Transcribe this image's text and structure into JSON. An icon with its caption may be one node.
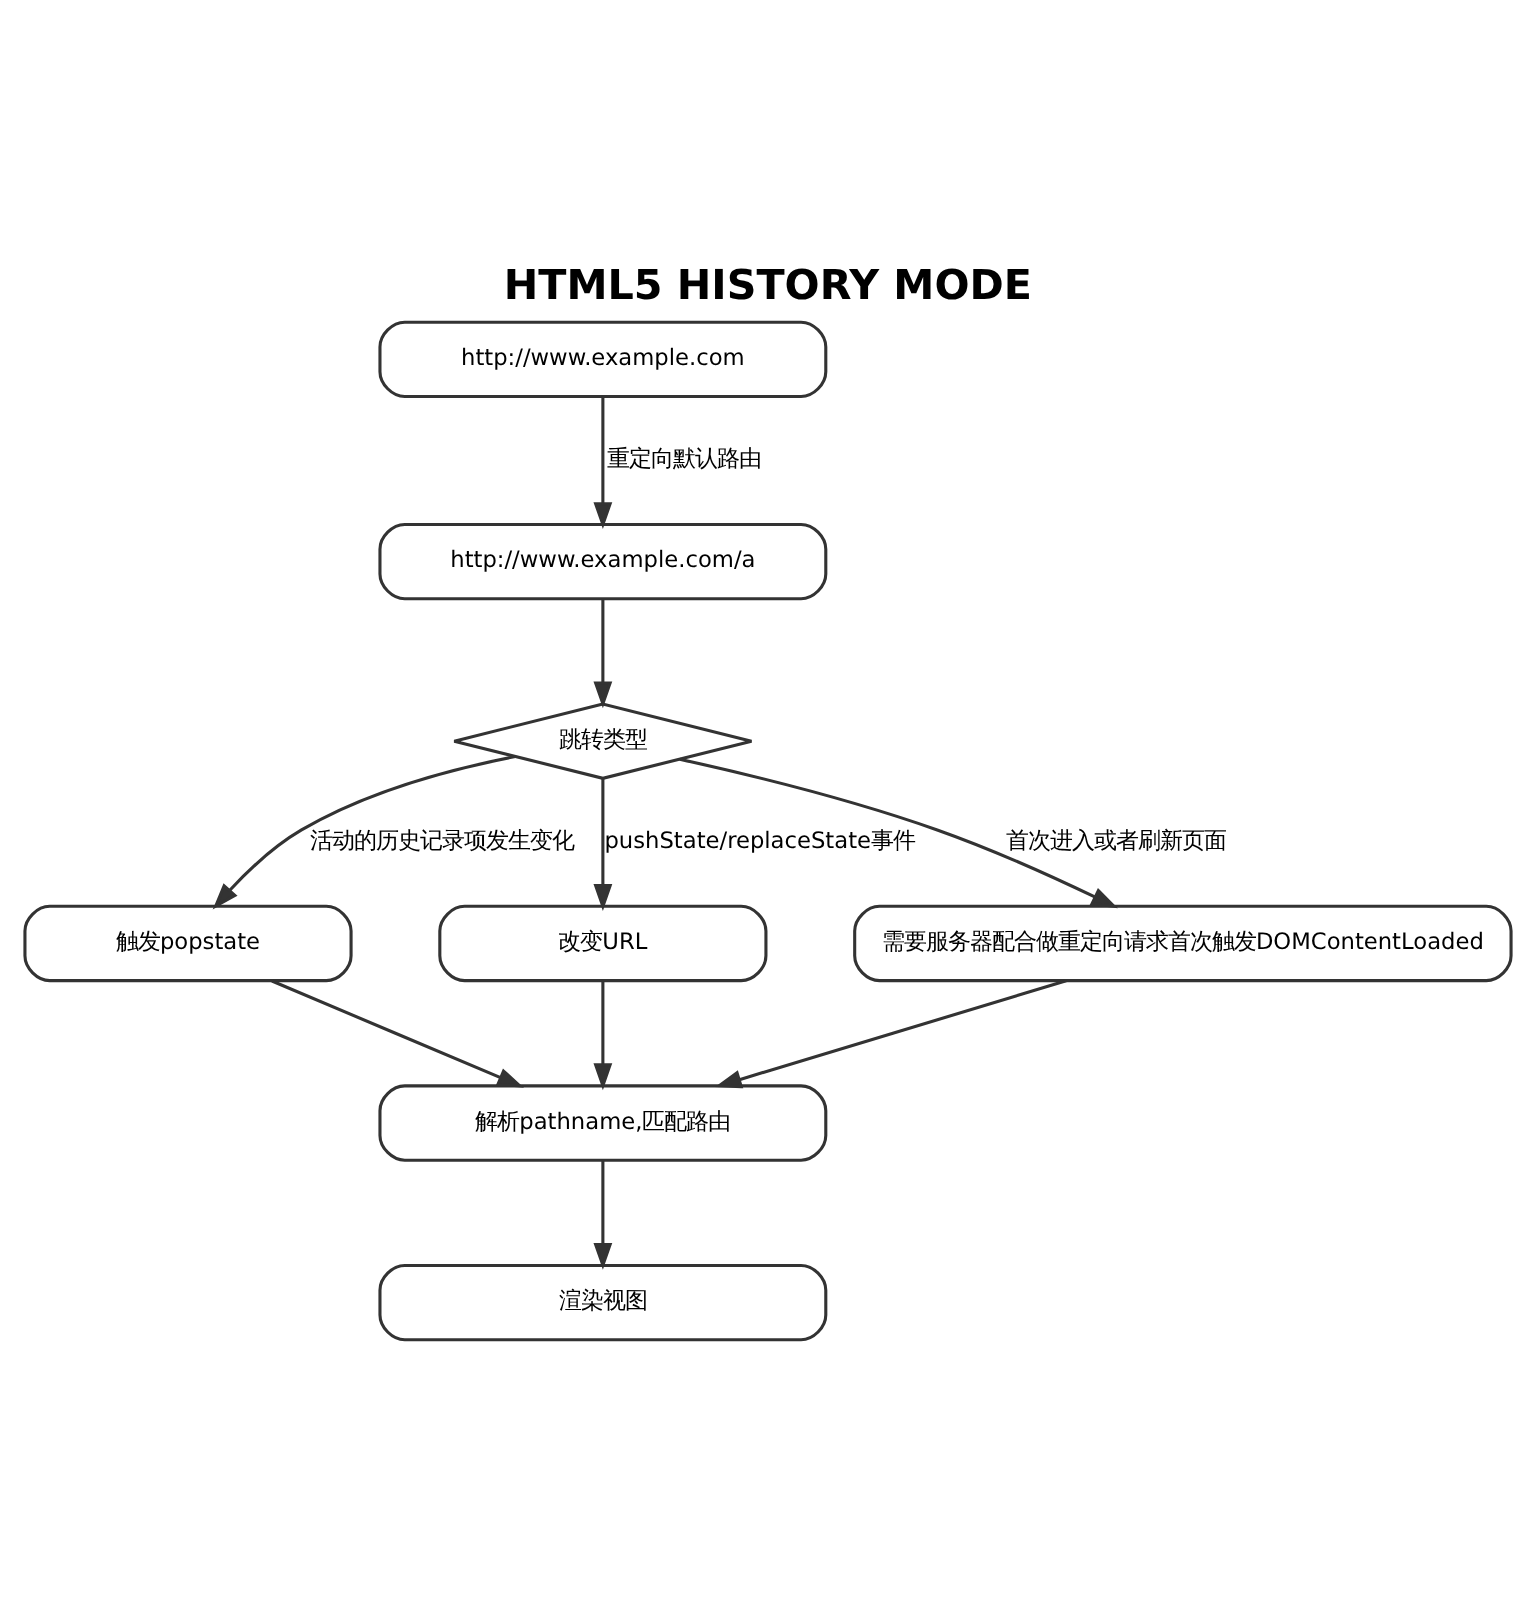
{
  "diagram": {
    "title": "HTML5 HISTORY MODE",
    "nodes": [
      {
        "text": [
          "http://www.example.com"
        ]
      },
      {
        "text": [
          "http://www.example.com/a"
        ]
      },
      {
        "text": [
          "跳转类型"
        ]
      },
      {
        "text": [
          "触发popstate"
        ]
      },
      {
        "text": [
          "改变URL"
        ]
      },
      {
        "text": [
          "需要服务器配合做重定向请求首次触发DOMContentLoaded"
        ]
      },
      {
        "text": [
          "解析pathname,匹配路由"
        ]
      },
      {
        "text": [
          "渲染视图"
        ]
      }
    ],
    "edges": [
      {
        "from": 0,
        "to": 1,
        "arrow": "to",
        "label": "重定向默认路由"
      },
      {
        "from": 1,
        "to": 2,
        "arrow": "to"
      },
      {
        "from": 2,
        "to": 3,
        "arrow": "to",
        "label": "活动的历史记录项发生变化"
      },
      {
        "from": 2,
        "to": 4,
        "arrow": "to",
        "label": "pushState/replaceState事件"
      },
      {
        "from": 2,
        "to": 5,
        "arrow": "to",
        "label": "首次进入或者刷新页面"
      },
      {
        "from": 3,
        "to": 6,
        "arrow": "to"
      },
      {
        "from": 4,
        "to": 6,
        "arrow": "to"
      },
      {
        "from": 5,
        "to": 6,
        "arrow": "to"
      },
      {
        "from": 6,
        "to": 7,
        "arrow": "to"
      }
    ]
  }
}
